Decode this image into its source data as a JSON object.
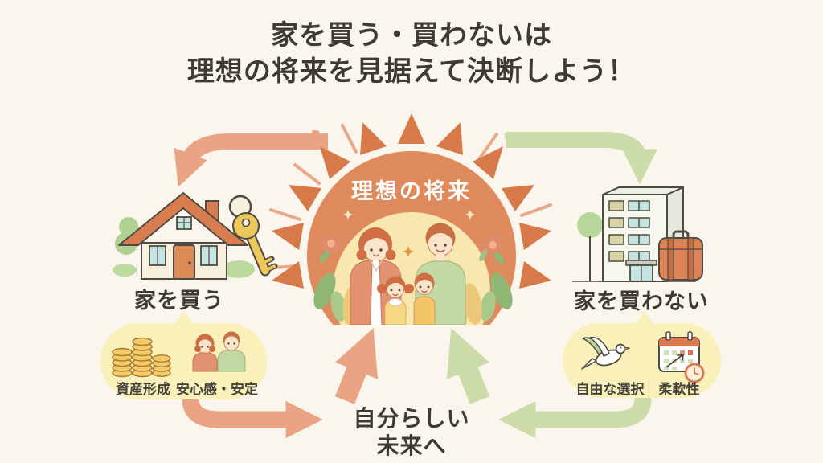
{
  "title": {
    "line1": "家を買う・買わないは",
    "line2": "理想の将来を見据えて決断しよう！"
  },
  "center": {
    "sun_label": "理想の将来",
    "icon": "sun-family-icon"
  },
  "left_option": {
    "label": "家を買う",
    "icon": "house-key-icon",
    "benefits": [
      {
        "icon": "coin-stack-icon",
        "label": "資産形成"
      },
      {
        "icon": "couple-icon",
        "label": "安心感・安定"
      }
    ]
  },
  "right_option": {
    "label": "家を買わない",
    "icon": "building-suitcase-icon",
    "benefits": [
      {
        "icon": "dove-icon",
        "label": "自由な選択"
      },
      {
        "icon": "calendar-clock-icon",
        "label": "柔軟性"
      }
    ]
  },
  "bottom": {
    "line1": "自分らしい",
    "line2": "未来へ"
  },
  "palette": {
    "background": "#FAF6EE",
    "text": "#3E3B35",
    "sun_orange": "#DF8A5C",
    "ray_orange": "#D8794A",
    "inner_glow_yellow": "#F8E8AF",
    "arrow_salmon": "#E9A583",
    "arrow_green": "#CBDCA8",
    "bubble_yellow": "#F9F0BA"
  }
}
